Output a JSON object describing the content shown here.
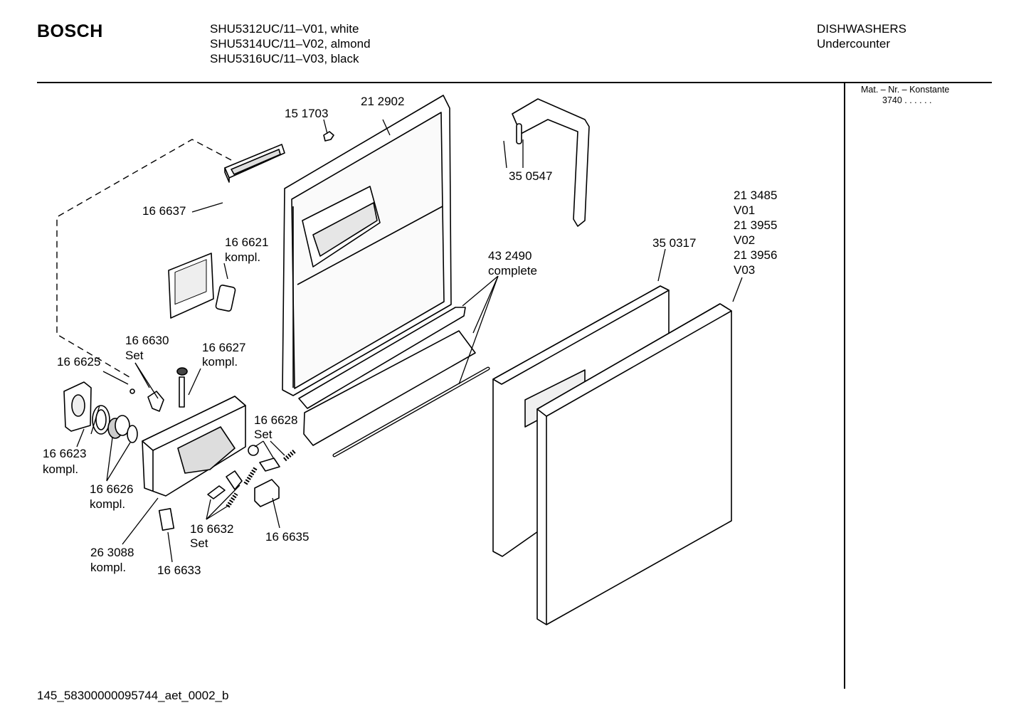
{
  "header": {
    "brand": "BOSCH",
    "models": [
      "SHU5312UC/11–V01, white",
      "SHU5314UC/11–V02, almond",
      "SHU5316UC/11–V03, black"
    ],
    "category": "DISHWASHERS",
    "subcategory": "Undercounter"
  },
  "side_info": {
    "label": "Mat. – Nr. – Konstante",
    "value": "3740  .  .  .  .  .  ."
  },
  "footer": {
    "code": "145_58300000095744_aet_0002_b"
  },
  "part_labels": [
    {
      "id": "p212902",
      "text": "21 2902"
    },
    {
      "id": "p151703",
      "text": "15 1703"
    },
    {
      "id": "p350547",
      "text": "35 0547"
    },
    {
      "id": "p166637",
      "text": "16 6637"
    },
    {
      "id": "p166621",
      "text": "16 6621"
    },
    {
      "id": "p166621b",
      "text": "kompl."
    },
    {
      "id": "p432490",
      "text": "43 2490"
    },
    {
      "id": "p432490b",
      "text": "complete"
    },
    {
      "id": "p350317",
      "text": "35 0317"
    },
    {
      "id": "p213485",
      "text": "21 3485"
    },
    {
      "id": "pv01",
      "text": "V01"
    },
    {
      "id": "p213955",
      "text": "21 3955"
    },
    {
      "id": "pv02",
      "text": "V02"
    },
    {
      "id": "p213956",
      "text": "21 3956"
    },
    {
      "id": "pv03",
      "text": "V03"
    },
    {
      "id": "p166630",
      "text": "16 6630"
    },
    {
      "id": "p166630b",
      "text": "Set"
    },
    {
      "id": "p166627",
      "text": "16 6627"
    },
    {
      "id": "p166627b",
      "text": "kompl."
    },
    {
      "id": "p166625",
      "text": "16 6625"
    },
    {
      "id": "p166628",
      "text": "16 6628"
    },
    {
      "id": "p166628b",
      "text": "Set"
    },
    {
      "id": "p166623",
      "text": "16 6623"
    },
    {
      "id": "p166623b",
      "text": "kompl."
    },
    {
      "id": "p166626",
      "text": "16 6626"
    },
    {
      "id": "p166626b",
      "text": "kompl."
    },
    {
      "id": "p166632",
      "text": "16 6632"
    },
    {
      "id": "p166632b",
      "text": "Set"
    },
    {
      "id": "p166635",
      "text": "16 6635"
    },
    {
      "id": "p263088",
      "text": "26 3088"
    },
    {
      "id": "p263088b",
      "text": "kompl."
    },
    {
      "id": "p166633",
      "text": "16 6633"
    }
  ]
}
